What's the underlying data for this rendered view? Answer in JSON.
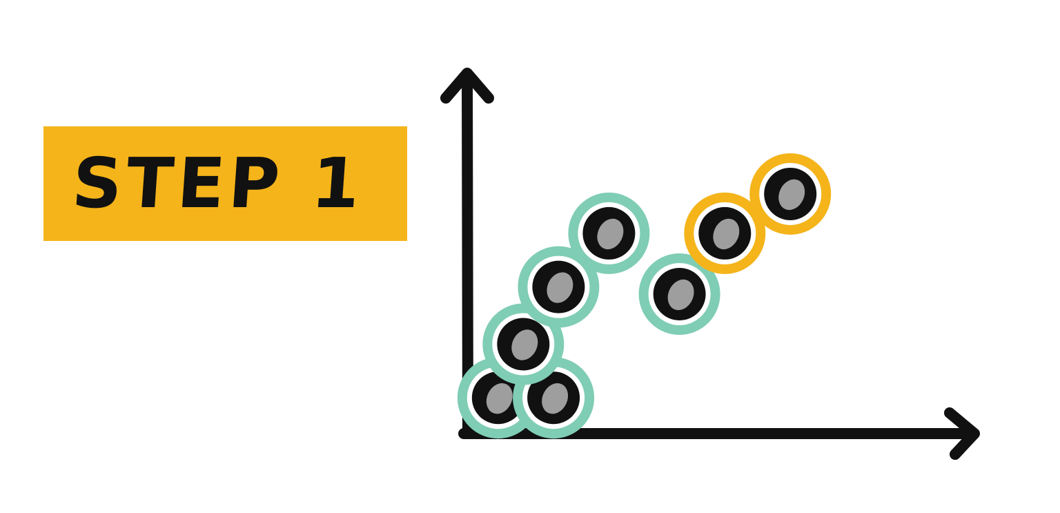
{
  "banner": {
    "label": "STEP 1"
  },
  "colors": {
    "banner": "#F4B41A",
    "cluster_green": "#7FCDB4",
    "cluster_orange": "#F4B41A",
    "axis": "#111111",
    "point_fill": "#111111",
    "point_highlight": "#9E9E9E"
  },
  "chart_data": {
    "type": "scatter",
    "title": "",
    "xlabel": "",
    "ylabel": "",
    "grid": false,
    "xlim": [
      0,
      10
    ],
    "ylim": [
      0,
      10
    ],
    "series": [
      {
        "color": "#7FCDB4",
        "points": [
          {
            "x": 0.6,
            "y": 1.0
          },
          {
            "x": 1.7,
            "y": 1.0
          },
          {
            "x": 1.1,
            "y": 2.5
          },
          {
            "x": 1.8,
            "y": 4.1
          },
          {
            "x": 4.2,
            "y": 3.9
          },
          {
            "x": 2.8,
            "y": 5.6
          }
        ]
      },
      {
        "color": "#F4B41A",
        "points": [
          {
            "x": 5.1,
            "y": 5.6
          },
          {
            "x": 6.4,
            "y": 6.7
          }
        ]
      }
    ]
  }
}
